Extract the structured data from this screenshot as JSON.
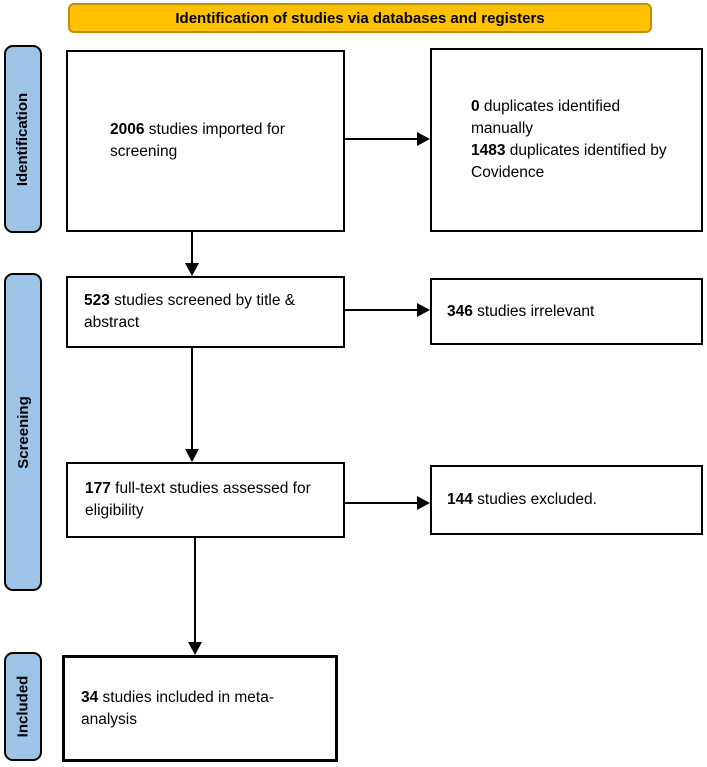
{
  "banner": {
    "label": "Identification of studies via databases and registers",
    "fill": "#FFC000",
    "border_color": "#BF9000"
  },
  "sidebar": {
    "fill": "#9DC3E6",
    "border_color": "#000000",
    "stages": [
      {
        "id": "identification",
        "label": "Identification"
      },
      {
        "id": "screening",
        "label": "Screening"
      },
      {
        "id": "included",
        "label": "Included"
      }
    ]
  },
  "boxes": {
    "imported": {
      "number": "2006",
      "text": " studies imported for screening"
    },
    "duplicates": {
      "lines": [
        {
          "number": "0",
          "text": " duplicates identified manually"
        },
        {
          "number": "1483",
          "text": " duplicates identified by Covidence"
        }
      ]
    },
    "screened": {
      "number": "523",
      "text": " studies screened by title & abstract"
    },
    "irrelevant": {
      "number": "346",
      "text": " studies irrelevant"
    },
    "fulltext": {
      "number": "177",
      "text": " full-text studies assessed for eligibility"
    },
    "excluded": {
      "number": "144",
      "text": " studies excluded."
    },
    "included": {
      "number": "34",
      "text": " studies included in meta-analysis"
    }
  }
}
